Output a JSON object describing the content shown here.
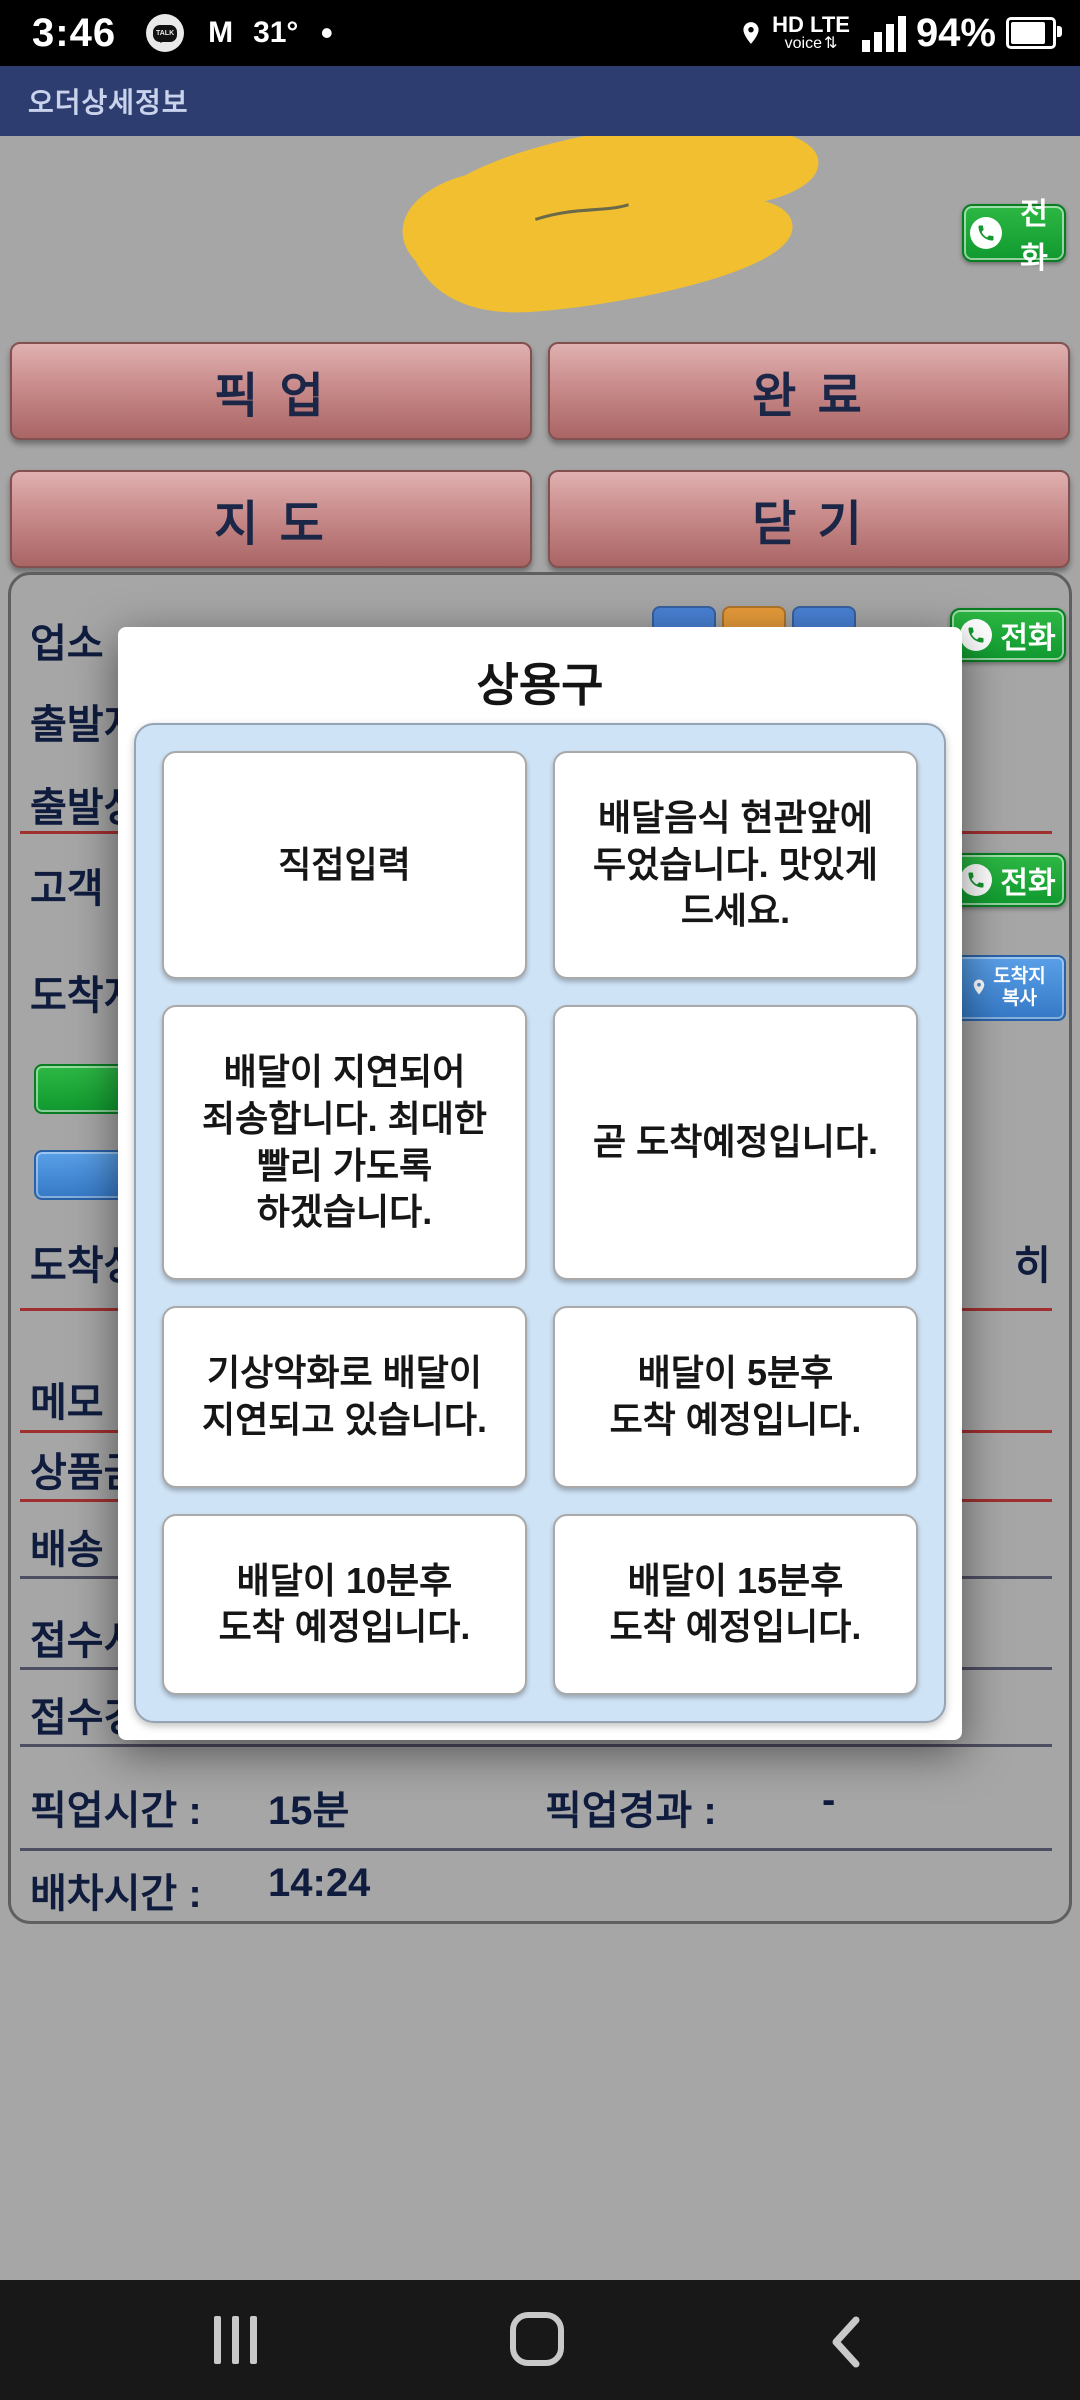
{
  "status_bar": {
    "time": "3:46",
    "talk": "TALK",
    "carrier": "M",
    "temperature": "31°",
    "dot": "•",
    "network_line1": "HD LTE",
    "network_line2": "voice",
    "arrows_glyph": "⇅",
    "battery_percent": "94%"
  },
  "title_bar": {
    "title": "오더상세정보"
  },
  "top": {
    "call_label": "전화"
  },
  "actions": {
    "pickup": "픽 업",
    "complete": "완 료",
    "map": "지 도",
    "close": "닫 기"
  },
  "panel": {
    "labels": {
      "store": "업소",
      "origin": "출발지",
      "origin_detail": "출발상",
      "customer": "고객",
      "dest": "도착지",
      "dest_detail": "도착상",
      "memo": "메모",
      "price": "상품금",
      "delivery": "배송",
      "received": "접수시",
      "received_elapsed": "접수경"
    },
    "fragments": {
      "dest_detail_tail": "히"
    },
    "store_call_label": "전화",
    "customer_call_label": "전화",
    "copy_button": {
      "line1": "도착지",
      "line2": "복사"
    },
    "pickup_time_label": "픽업시간 :",
    "pickup_time_value": "15분",
    "pickup_elapsed_label": "픽업경과 :",
    "pickup_elapsed_value": "-",
    "dispatch_time_label": "배차시간 :",
    "dispatch_time_value": "14:24"
  },
  "modal": {
    "title": "상용구",
    "phrases": [
      "직접입력",
      "배달음식 현관앞에\n두었습니다. 맛있게\n드세요.",
      "배달이 지연되어\n죄송합니다. 최대한\n빨리 가도록\n하겠습니다.",
      "곧 도착예정입니다.",
      "기상악화로 배달이\n지연되고 있습니다.",
      "배달이 5분후\n도착 예정입니다.",
      "배달이 10분후\n도착 예정입니다.",
      "배달이 15분후\n도착 예정입니다."
    ]
  },
  "colors": {
    "title_bar": "#2e3d6f",
    "call_green": "#18a035",
    "copy_blue": "#3e82d2",
    "action_button": "#c98b8b",
    "modal_panel": "#cfe3f6",
    "background": "#a6a6a6"
  }
}
